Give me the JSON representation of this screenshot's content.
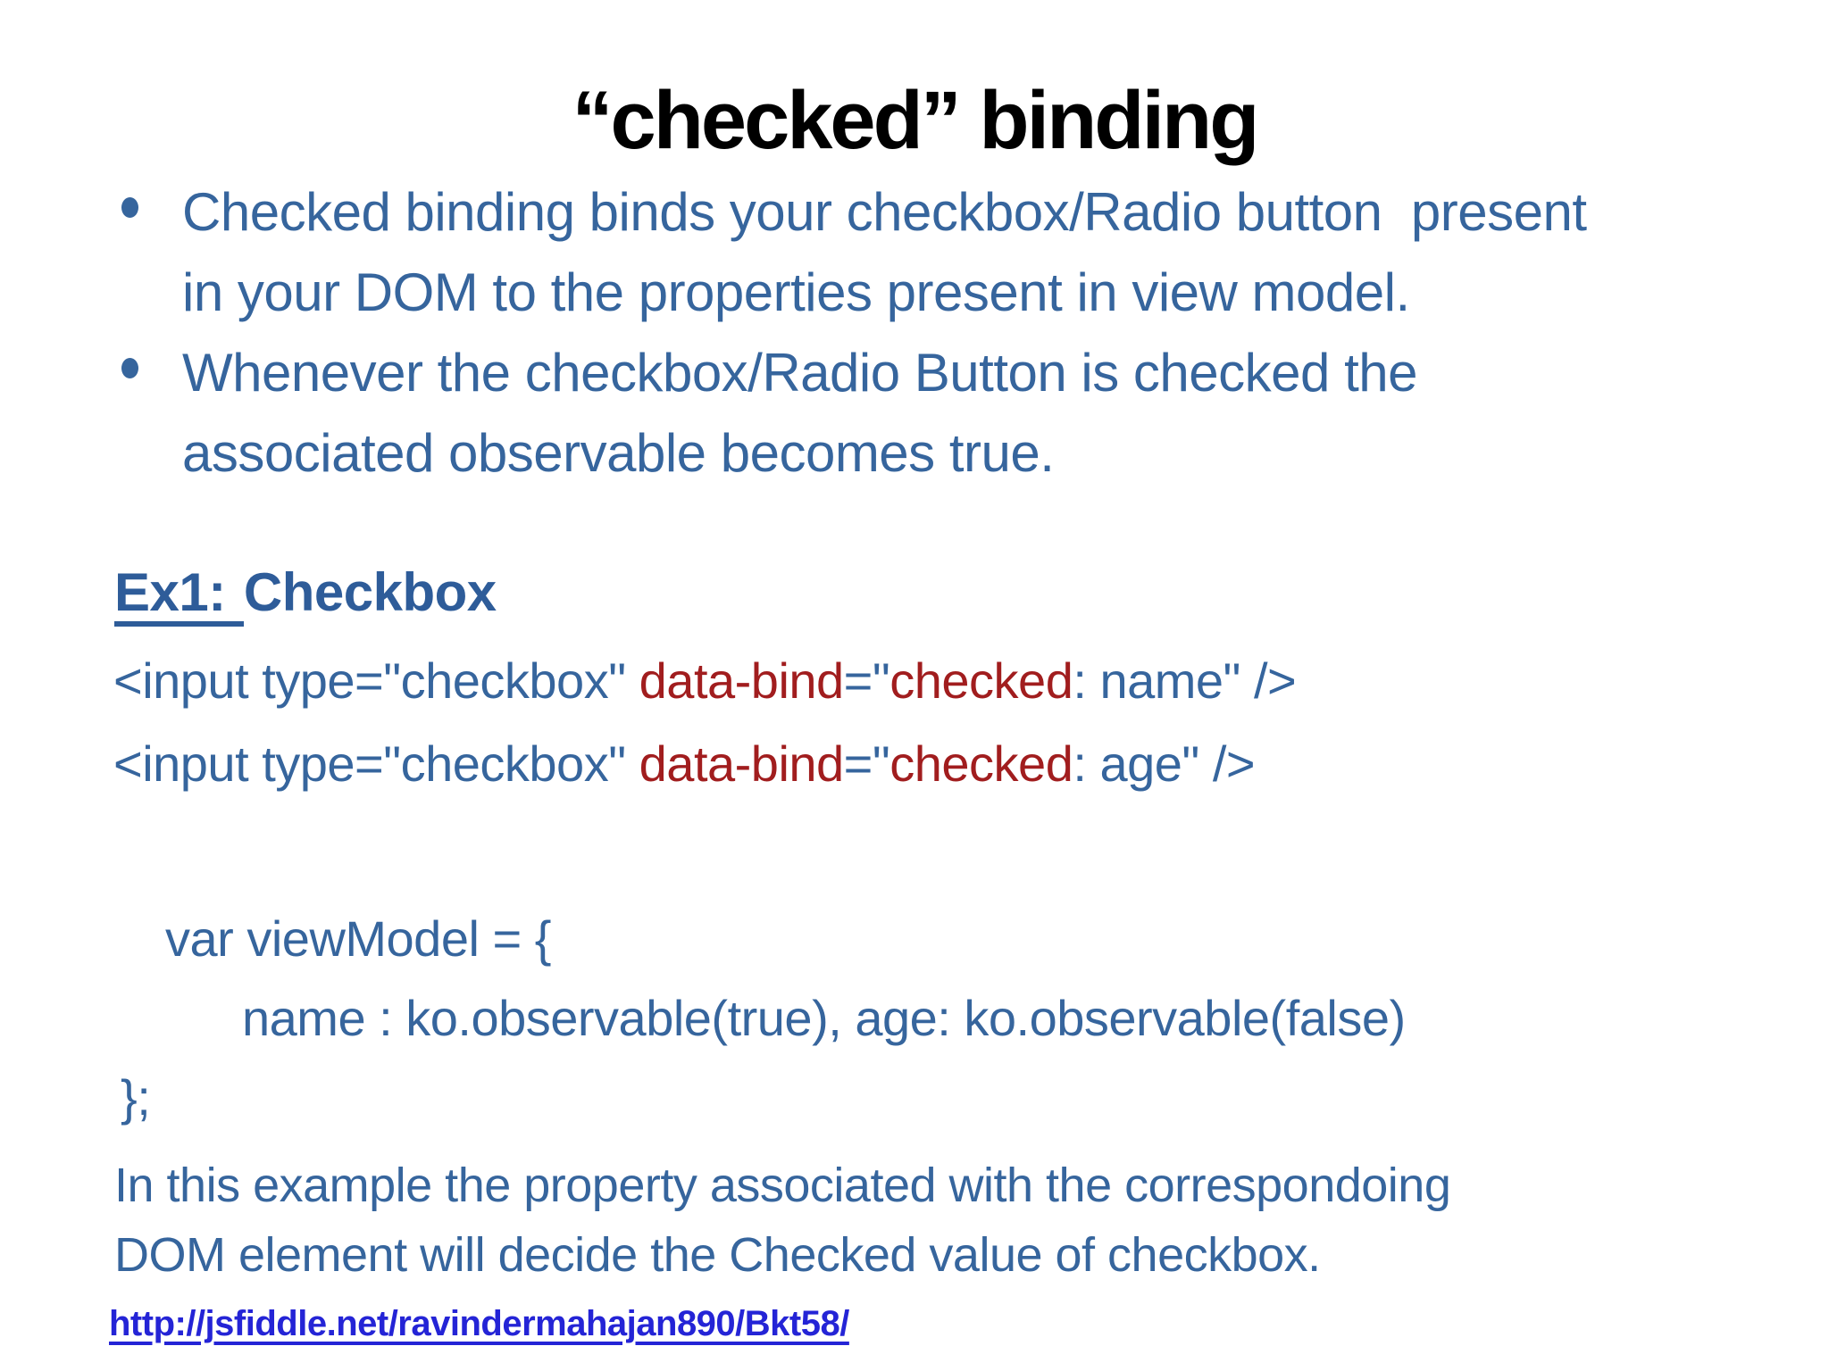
{
  "title": "“checked” binding",
  "bullets": {
    "b1l1": "Checked binding binds your checkbox/Radio button  present",
    "b1l2": "in your DOM to the properties present in view model.",
    "b2l1": "Whenever the checkbox/Radio Button is checked the",
    "b2l2": "associated observable becomes true."
  },
  "example": {
    "label": "Ex1: ",
    "name": "Checkbox"
  },
  "code": {
    "l1a": "<input type=\"checkbox\"",
    "l1b": " data-bind",
    "l1c": "=\"",
    "l1d": "checked",
    "l1e": ": name\" />",
    "l2a": "<input type=\"checkbox\"",
    "l2b": " data-bind",
    "l2c": "=\"",
    "l2d": "checked",
    "l2e": ": age\" />"
  },
  "viewmodel": {
    "l1": "var viewModel = {",
    "l2": "name : ko.observable(true), age: ko.observable(false)",
    "l3": "};"
  },
  "closing": {
    "l1": "In this example the property associated with the correspondoing",
    "l2": "DOM element will decide the Checked value of checkbox."
  },
  "link": {
    "url": "http://jsfiddle.net/ravindermahajan890/Bkt58/"
  },
  "colors": {
    "body_blue": "#36659D",
    "heading_blue": "#2E5C99",
    "code_red": "#A11D1E",
    "link_blue": "#2424D6",
    "title_black": "#000000"
  }
}
